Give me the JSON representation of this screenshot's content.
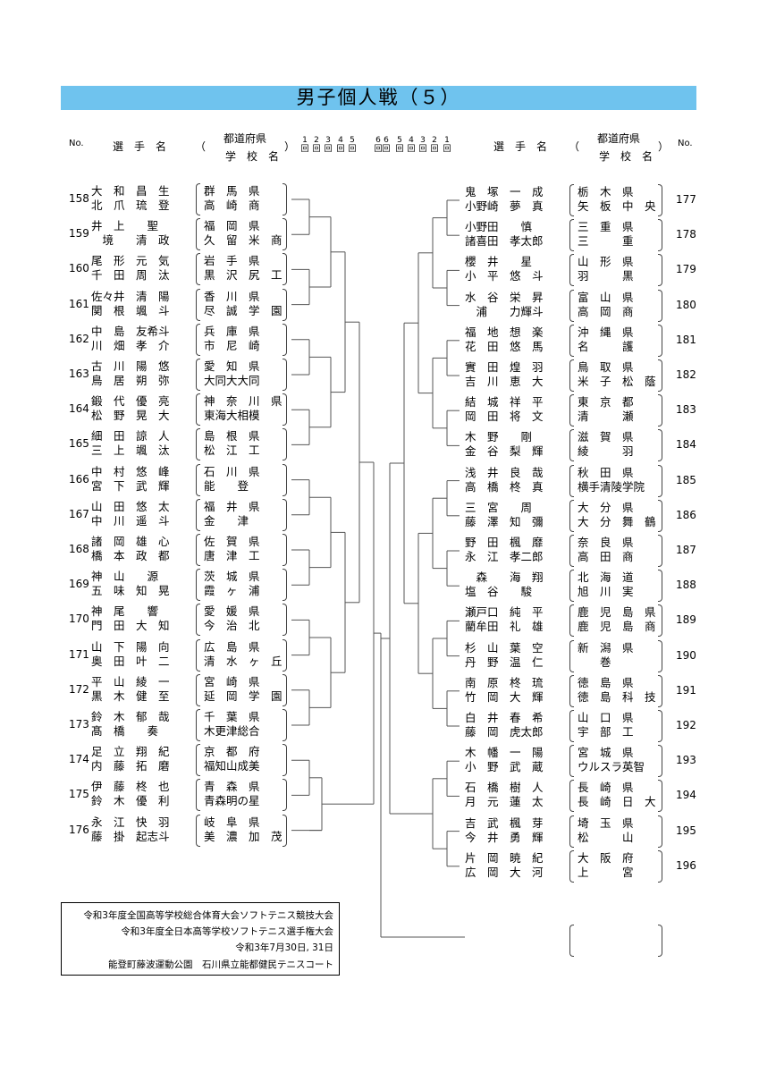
{
  "title": "男子個人戦（５）",
  "header": {
    "no": "No.",
    "player": "選　手　名",
    "pref_top": "都道府県",
    "pref_bottom": "学　校　名",
    "paren_open": "（",
    "paren_close": "）",
    "rounds_left": [
      "1",
      "2",
      "3",
      "4",
      "5",
      "6"
    ],
    "rounds_right": [
      "6",
      "5",
      "4",
      "3",
      "2",
      "1"
    ],
    "round_suffix": "回"
  },
  "left_matches": [
    {
      "no": "158",
      "p1": "大　和　昌　生",
      "p2": "北　爪　琉　登",
      "s1": "群　馬　県",
      "s2": "高　崎　商"
    },
    {
      "no": "159",
      "p1": "井　上　　聖",
      "p2": "　境　　清　政",
      "s1": "福　岡　県",
      "s2": "久　留　米　商"
    },
    {
      "no": "160",
      "p1": "尾　形　元　気",
      "p2": "千　田　周　汰",
      "s1": "岩　手　県",
      "s2": "黒　沢　尻　工"
    },
    {
      "no": "161",
      "p1": "佐々井　清　陽",
      "p2": "関　根　颯　斗",
      "s1": "香　川　県",
      "s2": "尽　誠　学　園"
    },
    {
      "no": "162",
      "p1": "中　島　友希斗",
      "p2": "川　畑　孝　介",
      "s1": "兵　庫　県",
      "s2": "市　尼　崎"
    },
    {
      "no": "163",
      "p1": "古　川　陽　悠",
      "p2": "鳥　居　朔　弥",
      "s1": "愛　知　県",
      "s2": "大同大大同"
    },
    {
      "no": "164",
      "p1": "鍛　代　優　亮",
      "p2": "松　野　晃　大",
      "s1": "神　奈　川　県",
      "s2": "東海大相模"
    },
    {
      "no": "165",
      "p1": "細　田　諒　人",
      "p2": "三　上　颯　汰",
      "s1": "島　根　県",
      "s2": "松　江　工"
    },
    {
      "no": "166",
      "p1": "中　村　悠　峰",
      "p2": "宮　下　武　輝",
      "s1": "石　川　県",
      "s2": "能　　登"
    },
    {
      "no": "167",
      "p1": "山　田　悠　太",
      "p2": "中　川　遥　斗",
      "s1": "福　井　県",
      "s2": "金　　津"
    },
    {
      "no": "168",
      "p1": "諸　岡　雄　心",
      "p2": "橋　本　政　都",
      "s1": "佐　賀　県",
      "s2": "唐　津　工"
    },
    {
      "no": "169",
      "p1": "神　山　　源",
      "p2": "五　味　知　晃",
      "s1": "茨　城　県",
      "s2": "霞　ヶ　浦"
    },
    {
      "no": "170",
      "p1": "神　尾　　響",
      "p2": "門　田　大　知",
      "s1": "愛　媛　県",
      "s2": "今　治　北"
    },
    {
      "no": "171",
      "p1": "山　下　陽　向",
      "p2": "奥　田　叶　二",
      "s1": "広　島　県",
      "s2": "清　水　ヶ　丘"
    },
    {
      "no": "172",
      "p1": "平　山　綾　一",
      "p2": "黒　木　健　至",
      "s1": "宮　崎　県",
      "s2": "延　岡　学　園"
    },
    {
      "no": "173",
      "p1": "鈴　木　郁　哉",
      "p2": "髙　橋　　奏",
      "s1": "千　葉　県",
      "s2": "木更津総合"
    },
    {
      "no": "174",
      "p1": "足　立　翔　紀",
      "p2": "内　藤　拓　磨",
      "s1": "京　都　府",
      "s2": "福知山成美"
    },
    {
      "no": "175",
      "p1": "伊　藤　柊　也",
      "p2": "鈴　木　優　利",
      "s1": "青　森　県",
      "s2": "青森明の星"
    },
    {
      "no": "176",
      "p1": "永　江　快　羽",
      "p2": "藤　掛　起志斗",
      "s1": "岐　阜　県",
      "s2": "美　濃　加　茂"
    }
  ],
  "right_matches": [
    {
      "no": "177",
      "p1": "鬼　塚　一　成",
      "p2": "小野崎　夢　真",
      "s1": "栃　木　県",
      "s2": "矢　板　中　央"
    },
    {
      "no": "178",
      "p1": "小野田　　慎",
      "p2": "諸喜田　孝太郎",
      "s1": "三　重　県",
      "s2": "三　　　重"
    },
    {
      "no": "179",
      "p1": "櫻　井　　星",
      "p2": "小　平　悠　斗",
      "s1": "山　形　県",
      "s2": "羽　　　黒"
    },
    {
      "no": "180",
      "p1": "水　谷　栄　昇",
      "p2": "　浦　　力輝斗",
      "s1": "富　山　県",
      "s2": "高　岡　商"
    },
    {
      "no": "181",
      "p1": "福　地　想　楽",
      "p2": "花　田　悠　馬",
      "s1": "沖　縄　県",
      "s2": "名　　　護"
    },
    {
      "no": "182",
      "p1": "實　田　煌　羽",
      "p2": "吉　川　恵　大",
      "s1": "鳥　取　県",
      "s2": "米　子　松　蔭"
    },
    {
      "no": "183",
      "p1": "結　城　祥　平",
      "p2": "岡　田　将　文",
      "s1": "東　京　都",
      "s2": "清　　　瀬"
    },
    {
      "no": "184",
      "p1": "木　野　　剛",
      "p2": "金　谷　梨　輝",
      "s1": "滋　賀　県",
      "s2": "綾　　　羽"
    },
    {
      "no": "185",
      "p1": "浅　井　良　哉",
      "p2": "高　橋　柊　真",
      "s1": "秋　田　県",
      "s2": "横手清陵学院"
    },
    {
      "no": "186",
      "p1": "三　宮　　周",
      "p2": "藤　澤　知　彌",
      "s1": "大　分　県",
      "s2": "大　分　舞　鶴"
    },
    {
      "no": "187",
      "p1": "野　田　楓　靡",
      "p2": "永　江　孝二郎",
      "s1": "奈　良　県",
      "s2": "高　田　商"
    },
    {
      "no": "188",
      "p1": "　森　　海　翔",
      "p2": "塩　谷　　駿",
      "s1": "北　海　道",
      "s2": "旭　川　実"
    },
    {
      "no": "189",
      "p1": "瀬戸口　純　平",
      "p2": "藺牟田　礼　雄",
      "s1": "鹿　児　島　県",
      "s2": "鹿　児　島　商"
    },
    {
      "no": "190",
      "p1": "杉　山　葉　空",
      "p2": "丹　野　温　仁",
      "s1": "新　潟　県",
      "s2": "　　巻"
    },
    {
      "no": "191",
      "p1": "南　原　柊　琉",
      "p2": "竹　岡　大　輝",
      "s1": "徳　島　県",
      "s2": "徳　島　科　技"
    },
    {
      "no": "192",
      "p1": "白　井　春　希",
      "p2": "藤　岡　虎太郎",
      "s1": "山　口　県",
      "s2": "宇　部　工"
    },
    {
      "no": "193",
      "p1": "木　幡　一　陽",
      "p2": "小　野　武　蔵",
      "s1": "宮　城　県",
      "s2": "ウルスラ英智"
    },
    {
      "no": "194",
      "p1": "石　橋　樹　人",
      "p2": "月　元　蓮　太",
      "s1": "長　崎　県",
      "s2": "長　崎　日　大"
    },
    {
      "no": "195",
      "p1": "吉　武　楓　芽",
      "p2": "今　井　勇　輝",
      "s1": "埼　玉　県",
      "s2": "松　　　山"
    },
    {
      "no": "196",
      "p1": "片　岡　暁　紀",
      "p2": "広　岡　大　河",
      "s1": "大　阪　府",
      "s2": "上　　　宮"
    }
  ],
  "info": {
    "line1": "令和3年度全国高等学校総合体育大会ソフトテニス競技大会",
    "line2": "令和3年度全日本高等学校ソフトテニス選手権大会",
    "line3": "令和3年7月30日, 31日",
    "line4": "能登町藤波運動公園　石川県立能都健民テニスコート"
  }
}
